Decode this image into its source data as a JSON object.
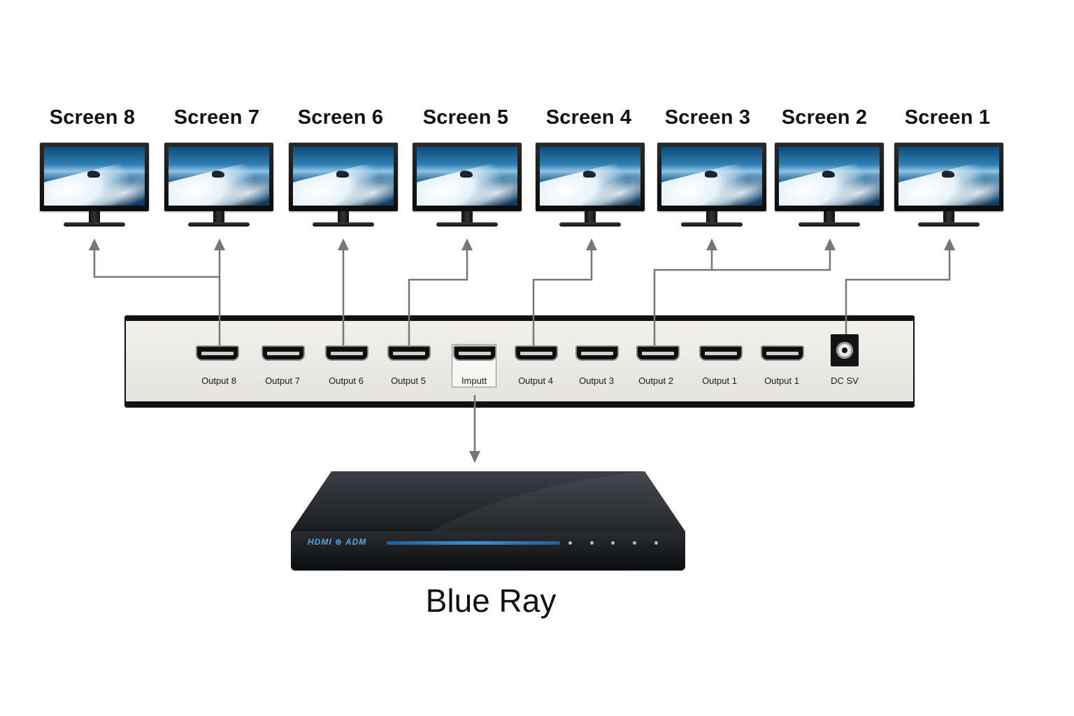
{
  "screens": [
    {
      "label": "Screen 8"
    },
    {
      "label": "Screen 7"
    },
    {
      "label": "Screen 6"
    },
    {
      "label": "Screen 5"
    },
    {
      "label": "Screen 4"
    },
    {
      "label": "Screen 3"
    },
    {
      "label": "Screen 2"
    },
    {
      "label": "Screen 1"
    }
  ],
  "switch": {
    "ports": [
      {
        "label": "Output 8"
      },
      {
        "label": "Output 7"
      },
      {
        "label": "Output 6"
      },
      {
        "label": "Output 5"
      },
      {
        "label": "Imputt"
      },
      {
        "label": "Output 4"
      },
      {
        "label": "Output 3"
      },
      {
        "label": "Output 2"
      },
      {
        "label": "Output 1"
      },
      {
        "label": "Output 1"
      }
    ],
    "power_label": "DC SV"
  },
  "player": {
    "brand": "HDMI ⊕ ADM",
    "label": "Blue Ray"
  },
  "colors": {
    "wire": "#777777",
    "accent": "#3d8fd0"
  }
}
